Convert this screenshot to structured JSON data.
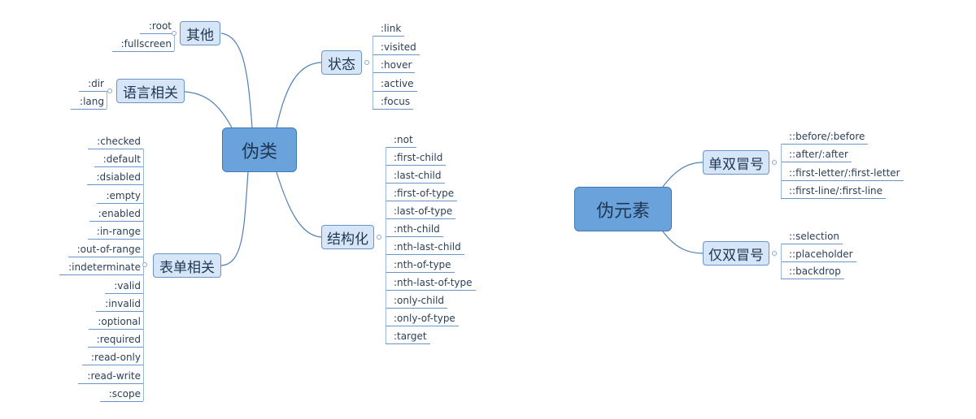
{
  "colors": {
    "root_fill": "#6aa3db",
    "branch_fill": "#d6e6f8",
    "line": "#4f7fb5"
  },
  "roots": {
    "pseudo_class": "伪类",
    "pseudo_element": "伪元素"
  },
  "branches": {
    "other": {
      "label": "其他",
      "items": [
        ":root",
        ":fullscreen"
      ]
    },
    "lang": {
      "label": "语言相关",
      "items": [
        ":dir",
        ":lang"
      ]
    },
    "form": {
      "label": "表单相关",
      "items": [
        ":checked",
        ":default",
        ":dsiabled",
        ":empty",
        ":enabled",
        ":in-range",
        ":out-of-range",
        ":indeterminate",
        ":valid",
        ":invalid",
        ":optional",
        ":required",
        ":read-only",
        ":read-write",
        ":scope"
      ]
    },
    "state": {
      "label": "状态",
      "items": [
        ":link",
        ":visited",
        ":hover",
        ":active",
        ":focus"
      ]
    },
    "structure": {
      "label": "结构化",
      "items": [
        ":not",
        ":first-child",
        ":last-child",
        ":first-of-type",
        ":last-of-type",
        ":nth-child",
        ":nth-last-child",
        ":nth-of-type",
        ":nth-last-of-type",
        ":only-child",
        ":only-of-type",
        ":target"
      ]
    },
    "double_colon": {
      "label": "单双冒号",
      "items": [
        "::before/:before",
        "::after/:after",
        "::first-letter/:first-letter",
        "::first-line/:first-line"
      ]
    },
    "double_only": {
      "label": "仅双冒号",
      "items": [
        "::selection",
        "::placeholder",
        "::backdrop"
      ]
    }
  }
}
